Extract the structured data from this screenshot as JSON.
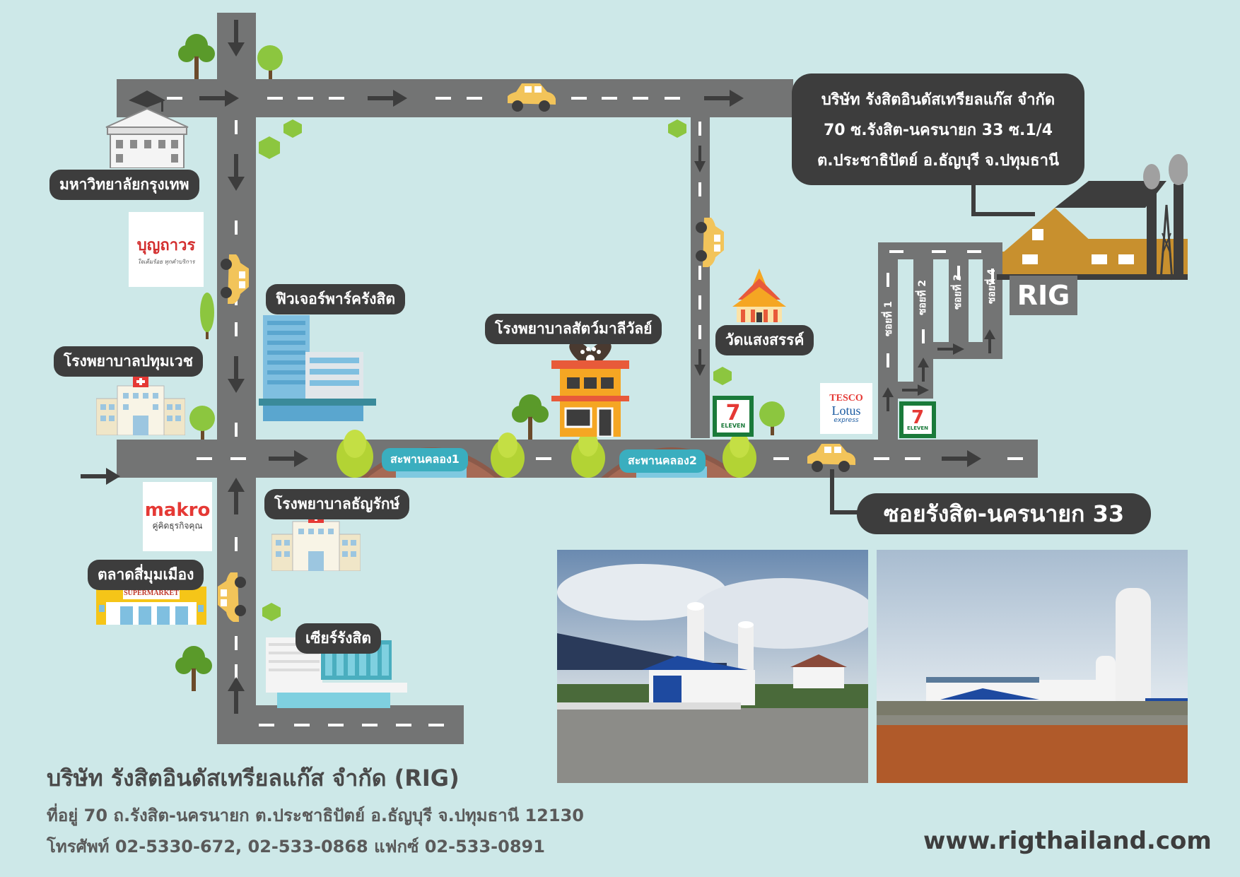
{
  "colors": {
    "background": "#cde8e8",
    "road": "#737474",
    "label_bg": "#3d3d3d",
    "bridge_label": "#3aaebf",
    "car": "#f2c45a",
    "tree": "#8cc63f"
  },
  "company_box": {
    "line1": "บริษัท รังสิตอินดัสเทรียลแก๊ส จำกัด",
    "line2": "70 ซ.รังสิต-นครนายก 33 ซ.1/4",
    "line3": "ต.ประชาธิปัตย์ อ.ธัญบุรี จ.ปทุมธานี"
  },
  "places": {
    "university": "มหาวิทยาลัยกรุงเทพ",
    "future_park": "ฟิวเจอร์พาร์ครังสิต",
    "hospital_pathumvech": "โรงพยาบาลปทุมเวช",
    "animal_hospital": "โรงพยาบาลสัตว์มาลีวัลย์",
    "wat": "วัดแสงสรรค์",
    "hospital_thanyarak": "โรงพยาบาลธัญรักษ์",
    "market": "ตลาดสี่มุมเมือง",
    "zeer": "เซียร์รังสิต",
    "soi_main": "ซอยรังสิต-นครนายก 33"
  },
  "bridges": {
    "bridge1": "สะพานคลอง1",
    "bridge2": "สะพานคลอง2"
  },
  "sois": [
    "ซอยที่ 1",
    "ซอยที่ 2",
    "ซอยที่ 3",
    "ซอยที่ 4"
  ],
  "rig_sign": "RIG",
  "logos": {
    "boonthavorn_name": "บุญถาวร",
    "boonthavorn_tagline": "ใจเต็มร้อย ทุกคำบริการ",
    "makro_name": "makro",
    "makro_tagline": "คู่คิดธุรกิจคุณ",
    "tesco_top": "TESCO",
    "tesco_mid": "Lotus",
    "tesco_bottom": "express",
    "seven_num": "7",
    "seven_text": "ELEVEN",
    "supermarket": "SUPERMARKET"
  },
  "footer": {
    "title": "บริษัท รังสิตอินดัสเทรียลแก๊ส จำกัด (RIG)",
    "address": "ที่อยู่ 70 ถ.รังสิต-นครนายก ต.ประชาธิปัตย์ อ.ธัญบุรี จ.ปทุมธานี 12130",
    "phone": "โทรศัพท์ 02-5330-672, 02-533-0868 แฟกซ์ 02-533-0891",
    "website": "www.rigthailand.com"
  }
}
